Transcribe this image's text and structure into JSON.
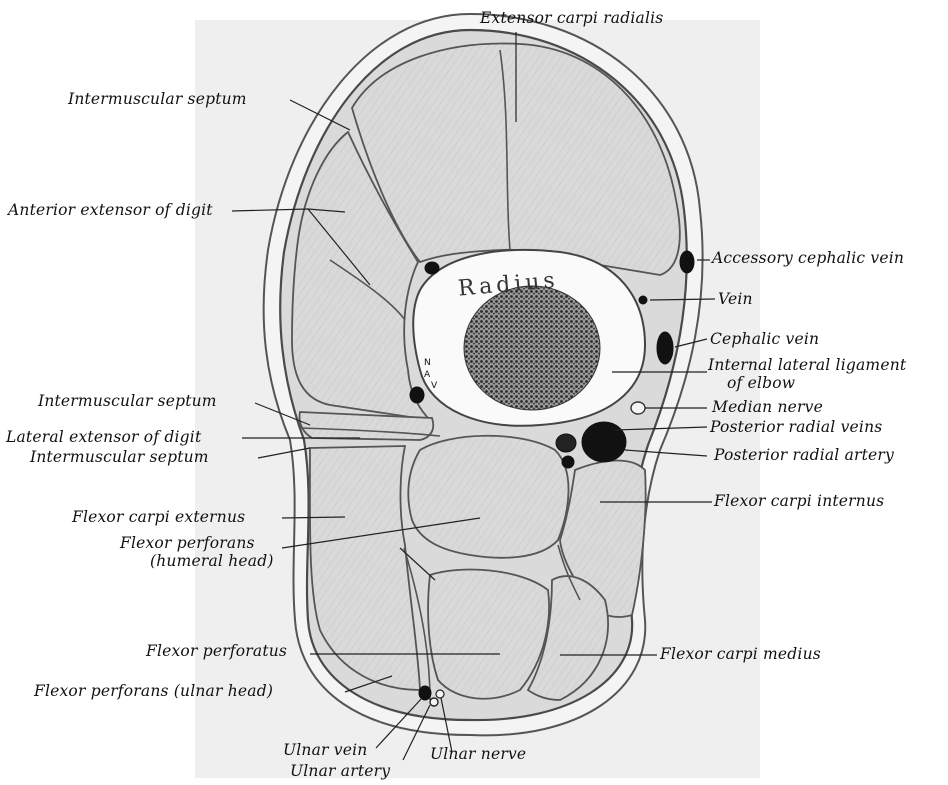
{
  "figure": {
    "bone_label": "Radius",
    "nv_marks": {
      "n": "N",
      "a": "A",
      "v": "V"
    }
  },
  "labels": {
    "extensor_carpi_radialis": "Extensor carpi radialis",
    "intermuscular_septum_top": "Intermuscular septum",
    "anterior_extensor_of_digit": "Anterior extensor of digit",
    "accessory_cephalic_vein": "Accessory cephalic vein",
    "vein": "Vein",
    "cephalic_vein": "Cephalic vein",
    "internal_lateral_ligament_line1": "Internal lateral ligament",
    "internal_lateral_ligament_line2": "of elbow",
    "intermuscular_septum_mid": "Intermuscular septum",
    "median_nerve": "Median nerve",
    "lateral_extensor_of_digit": "Lateral extensor of digit",
    "posterior_radial_veins": "Posterior radial veins",
    "intermuscular_septum_low": "Intermuscular septum",
    "posterior_radial_artery": "Posterior radial artery",
    "flexor_carpi_externus": "Flexor carpi externus",
    "flexor_carpi_internus": "Flexor carpi internus",
    "flexor_perforans_humeral_line1": "Flexor perforans",
    "flexor_perforans_humeral_line2": "(humeral head)",
    "flexor_perforatus": "Flexor perforatus",
    "flexor_carpi_medius": "Flexor carpi medius",
    "flexor_perforans_ulnar": "Flexor perforans (ulnar head)",
    "ulnar_vein": "Ulnar vein",
    "ulnar_nerve": "Ulnar nerve",
    "ulnar_artery": "Ulnar artery"
  }
}
